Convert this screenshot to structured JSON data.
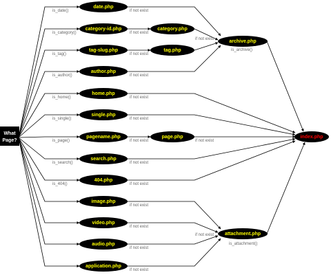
{
  "colors": {
    "node_fill": "#000000",
    "node_text": "#ffff00",
    "index_text": "#ff0000",
    "start_text": "#ffffff",
    "edge": "#000000",
    "annotation_text": "#666666"
  },
  "start": {
    "lines": [
      "What",
      "Page?"
    ]
  },
  "nodes": {
    "date": "date.php",
    "category_id": "category-id.php",
    "tag_slug": "tag-slug.php",
    "author": "author.php",
    "home": "home.php",
    "single": "single.php",
    "pagename": "pagename.php",
    "search": "search.php",
    "e404": "404.php",
    "image": "image.php",
    "video": "video.php",
    "audio": "audio.php",
    "application": "application.php",
    "category": "category.php",
    "tag": "tag.php",
    "archive": "archive.php",
    "page": "page.php",
    "attachment": "attachment.php",
    "index": "index.php"
  },
  "conditions": {
    "is_date": "is_date()",
    "is_category": "is_category()",
    "is_tag": "is_tag()",
    "is_author": "is_author()",
    "is_home": "is_home()",
    "is_single": "is_single()",
    "is_page": "is_page()",
    "is_search": "is_search()",
    "is_404": "is_404()",
    "is_archive": "is_archive()",
    "is_attachment": "is_attachment()"
  },
  "fallback": "if not exist"
}
